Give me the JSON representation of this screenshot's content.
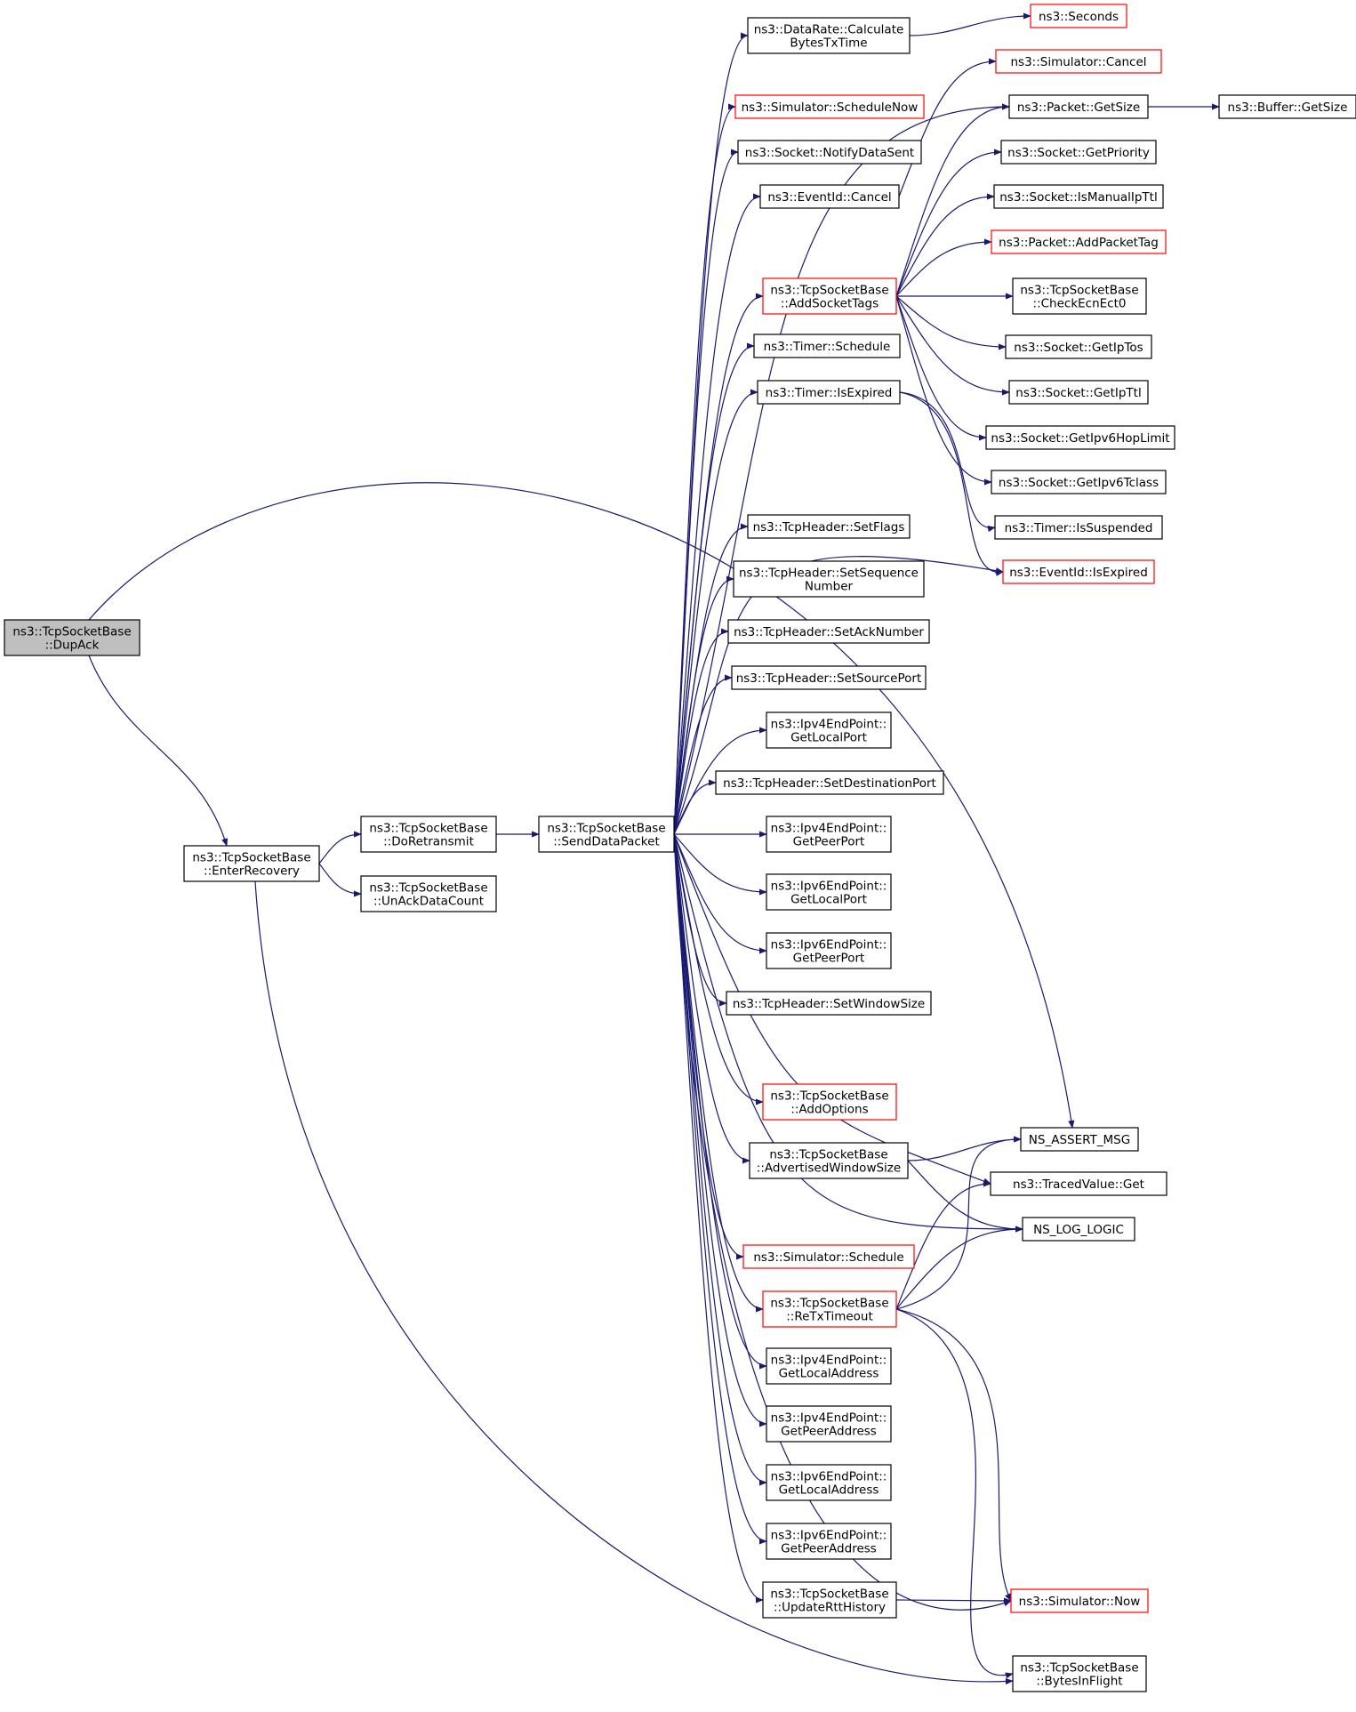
{
  "graph": {
    "colors": {
      "edge": "#191970",
      "node_border": "#000000",
      "node_border_truncated": "#ff0000",
      "node_fill": "#ffffff",
      "focus_fill": "#bfbfbf"
    },
    "nodes": [
      {
        "id": "dupack",
        "lines": [
          "ns3::TcpSocketBase",
          "::DupAck"
        ],
        "style": "focus"
      },
      {
        "id": "enterrecovery",
        "lines": [
          "ns3::TcpSocketBase",
          "::EnterRecovery"
        ],
        "style": "normal"
      },
      {
        "id": "doretransmit",
        "lines": [
          "ns3::TcpSocketBase",
          "::DoRetransmit"
        ],
        "style": "normal"
      },
      {
        "id": "unackdatacount",
        "lines": [
          "ns3::TcpSocketBase",
          "::UnAckDataCount"
        ],
        "style": "normal"
      },
      {
        "id": "senddatapacket",
        "lines": [
          "ns3::TcpSocketBase",
          "::SendDataPacket"
        ],
        "style": "normal"
      },
      {
        "id": "datarate",
        "lines": [
          "ns3::DataRate::Calculate",
          "BytesTxTime"
        ],
        "style": "normal"
      },
      {
        "id": "schedulenow",
        "lines": [
          "ns3::Simulator::ScheduleNow"
        ],
        "style": "red"
      },
      {
        "id": "notifydatasent",
        "lines": [
          "ns3::Socket::NotifyDataSent"
        ],
        "style": "normal"
      },
      {
        "id": "eventcancel",
        "lines": [
          "ns3::EventId::Cancel"
        ],
        "style": "normal"
      },
      {
        "id": "addsockettags",
        "lines": [
          "ns3::TcpSocketBase",
          "::AddSocketTags"
        ],
        "style": "red"
      },
      {
        "id": "timerschedule",
        "lines": [
          "ns3::Timer::Schedule"
        ],
        "style": "normal"
      },
      {
        "id": "timerisexpired",
        "lines": [
          "ns3::Timer::IsExpired"
        ],
        "style": "normal"
      },
      {
        "id": "setflags",
        "lines": [
          "ns3::TcpHeader::SetFlags"
        ],
        "style": "normal"
      },
      {
        "id": "setseq",
        "lines": [
          "ns3::TcpHeader::SetSequence",
          "Number"
        ],
        "style": "normal"
      },
      {
        "id": "setack",
        "lines": [
          "ns3::TcpHeader::SetAckNumber"
        ],
        "style": "normal"
      },
      {
        "id": "setsrcport",
        "lines": [
          "ns3::TcpHeader::SetSourcePort"
        ],
        "style": "normal"
      },
      {
        "id": "ipv4localport",
        "lines": [
          "ns3::Ipv4EndPoint::",
          "GetLocalPort"
        ],
        "style": "normal"
      },
      {
        "id": "setdstport",
        "lines": [
          "ns3::TcpHeader::SetDestinationPort"
        ],
        "style": "normal"
      },
      {
        "id": "ipv4peerport",
        "lines": [
          "ns3::Ipv4EndPoint::",
          "GetPeerPort"
        ],
        "style": "normal"
      },
      {
        "id": "ipv6localport",
        "lines": [
          "ns3::Ipv6EndPoint::",
          "GetLocalPort"
        ],
        "style": "normal"
      },
      {
        "id": "ipv6peerport",
        "lines": [
          "ns3::Ipv6EndPoint::",
          "GetPeerPort"
        ],
        "style": "normal"
      },
      {
        "id": "setwindowsize",
        "lines": [
          "ns3::TcpHeader::SetWindowSize"
        ],
        "style": "normal"
      },
      {
        "id": "addoptions",
        "lines": [
          "ns3::TcpSocketBase",
          "::AddOptions"
        ],
        "style": "red"
      },
      {
        "id": "advwindow",
        "lines": [
          "ns3::TcpSocketBase",
          "::AdvertisedWindowSize"
        ],
        "style": "normal"
      },
      {
        "id": "simschedule",
        "lines": [
          "ns3::Simulator::Schedule"
        ],
        "style": "red"
      },
      {
        "id": "retxtimeout",
        "lines": [
          "ns3::TcpSocketBase",
          "::ReTxTimeout"
        ],
        "style": "red"
      },
      {
        "id": "ipv4localaddr",
        "lines": [
          "ns3::Ipv4EndPoint::",
          "GetLocalAddress"
        ],
        "style": "normal"
      },
      {
        "id": "ipv4peeraddr",
        "lines": [
          "ns3::Ipv4EndPoint::",
          "GetPeerAddress"
        ],
        "style": "normal"
      },
      {
        "id": "ipv6localaddr",
        "lines": [
          "ns3::Ipv6EndPoint::",
          "GetLocalAddress"
        ],
        "style": "normal"
      },
      {
        "id": "ipv6peeraddr",
        "lines": [
          "ns3::Ipv6EndPoint::",
          "GetPeerAddress"
        ],
        "style": "normal"
      },
      {
        "id": "updatertt",
        "lines": [
          "ns3::TcpSocketBase",
          "::UpdateRttHistory"
        ],
        "style": "normal"
      },
      {
        "id": "seconds",
        "lines": [
          "ns3::Seconds"
        ],
        "style": "red"
      },
      {
        "id": "simcancel",
        "lines": [
          "ns3::Simulator::Cancel"
        ],
        "style": "red"
      },
      {
        "id": "packetgetsize",
        "lines": [
          "ns3::Packet::GetSize"
        ],
        "style": "normal"
      },
      {
        "id": "buffergetsize",
        "lines": [
          "ns3::Buffer::GetSize"
        ],
        "style": "normal"
      },
      {
        "id": "getpriority",
        "lines": [
          "ns3::Socket::GetPriority"
        ],
        "style": "normal"
      },
      {
        "id": "ismanualipttl",
        "lines": [
          "ns3::Socket::IsManualIpTtl"
        ],
        "style": "normal"
      },
      {
        "id": "addpackettag",
        "lines": [
          "ns3::Packet::AddPacketTag"
        ],
        "style": "red"
      },
      {
        "id": "checkecnect0",
        "lines": [
          "ns3::TcpSocketBase",
          "::CheckEcnEct0"
        ],
        "style": "normal"
      },
      {
        "id": "getiptos",
        "lines": [
          "ns3::Socket::GetIpTos"
        ],
        "style": "normal"
      },
      {
        "id": "getipttl",
        "lines": [
          "ns3::Socket::GetIpTtl"
        ],
        "style": "normal"
      },
      {
        "id": "getipv6hoplimit",
        "lines": [
          "ns3::Socket::GetIpv6HopLimit"
        ],
        "style": "normal"
      },
      {
        "id": "getipv6tclass",
        "lines": [
          "ns3::Socket::GetIpv6Tclass"
        ],
        "style": "normal"
      },
      {
        "id": "issuspended",
        "lines": [
          "ns3::Timer::IsSuspended"
        ],
        "style": "normal"
      },
      {
        "id": "eventisexpired",
        "lines": [
          "ns3::EventId::IsExpired"
        ],
        "style": "red"
      },
      {
        "id": "nsassert",
        "lines": [
          "NS_ASSERT_MSG"
        ],
        "style": "normal"
      },
      {
        "id": "tracedget",
        "lines": [
          "ns3::TracedValue::Get"
        ],
        "style": "normal"
      },
      {
        "id": "nsloglogic",
        "lines": [
          "NS_LOG_LOGIC"
        ],
        "style": "normal"
      },
      {
        "id": "simnow",
        "lines": [
          "ns3::Simulator::Now"
        ],
        "style": "red"
      },
      {
        "id": "bytesinflight",
        "lines": [
          "ns3::TcpSocketBase",
          "::BytesInFlight"
        ],
        "style": "normal"
      }
    ],
    "edges": [
      [
        "dupack",
        "enterrecovery"
      ],
      [
        "dupack",
        "nsassert"
      ],
      [
        "enterrecovery",
        "doretransmit"
      ],
      [
        "enterrecovery",
        "unackdatacount"
      ],
      [
        "enterrecovery",
        "bytesinflight"
      ],
      [
        "doretransmit",
        "senddatapacket"
      ],
      [
        "senddatapacket",
        "datarate"
      ],
      [
        "senddatapacket",
        "schedulenow"
      ],
      [
        "senddatapacket",
        "notifydatasent"
      ],
      [
        "senddatapacket",
        "eventcancel"
      ],
      [
        "senddatapacket",
        "packetgetsize"
      ],
      [
        "senddatapacket",
        "addsockettags"
      ],
      [
        "senddatapacket",
        "timerschedule"
      ],
      [
        "senddatapacket",
        "timerisexpired"
      ],
      [
        "senddatapacket",
        "eventisexpired"
      ],
      [
        "senddatapacket",
        "setflags"
      ],
      [
        "senddatapacket",
        "setseq"
      ],
      [
        "senddatapacket",
        "setack"
      ],
      [
        "senddatapacket",
        "setsrcport"
      ],
      [
        "senddatapacket",
        "ipv4localport"
      ],
      [
        "senddatapacket",
        "setdstport"
      ],
      [
        "senddatapacket",
        "ipv4peerport"
      ],
      [
        "senddatapacket",
        "ipv6localport"
      ],
      [
        "senddatapacket",
        "ipv6peerport"
      ],
      [
        "senddatapacket",
        "setwindowsize"
      ],
      [
        "senddatapacket",
        "tracedget"
      ],
      [
        "senddatapacket",
        "addoptions"
      ],
      [
        "senddatapacket",
        "advwindow"
      ],
      [
        "senddatapacket",
        "nsloglogic"
      ],
      [
        "senddatapacket",
        "simschedule"
      ],
      [
        "senddatapacket",
        "retxtimeout"
      ],
      [
        "senddatapacket",
        "ipv4localaddr"
      ],
      [
        "senddatapacket",
        "ipv4peeraddr"
      ],
      [
        "senddatapacket",
        "ipv6localaddr"
      ],
      [
        "senddatapacket",
        "ipv6peeraddr"
      ],
      [
        "senddatapacket",
        "updatertt"
      ],
      [
        "senddatapacket",
        "simnow"
      ],
      [
        "datarate",
        "seconds"
      ],
      [
        "eventcancel",
        "simcancel"
      ],
      [
        "addsockettags",
        "packetgetsize"
      ],
      [
        "addsockettags",
        "getpriority"
      ],
      [
        "addsockettags",
        "ismanualipttl"
      ],
      [
        "addsockettags",
        "addpackettag"
      ],
      [
        "addsockettags",
        "checkecnect0"
      ],
      [
        "addsockettags",
        "getiptos"
      ],
      [
        "addsockettags",
        "getipttl"
      ],
      [
        "addsockettags",
        "getipv6hoplimit"
      ],
      [
        "addsockettags",
        "getipv6tclass"
      ],
      [
        "packetgetsize",
        "buffergetsize"
      ],
      [
        "timerisexpired",
        "issuspended"
      ],
      [
        "timerisexpired",
        "eventisexpired"
      ],
      [
        "advwindow",
        "nsassert"
      ],
      [
        "advwindow",
        "nsloglogic"
      ],
      [
        "retxtimeout",
        "nsassert"
      ],
      [
        "retxtimeout",
        "tracedget"
      ],
      [
        "retxtimeout",
        "nsloglogic"
      ],
      [
        "retxtimeout",
        "simnow"
      ],
      [
        "retxtimeout",
        "bytesinflight"
      ],
      [
        "updatertt",
        "simnow"
      ]
    ]
  }
}
